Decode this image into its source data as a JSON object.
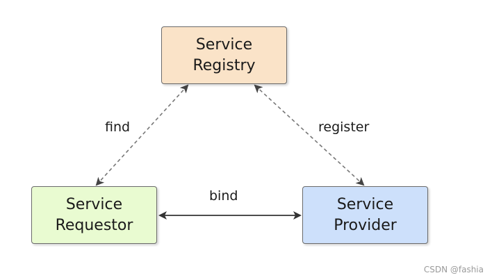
{
  "nodes": {
    "registry": {
      "line1": "Service",
      "line2": "Registry",
      "fill": "#fae3c8"
    },
    "requestor": {
      "line1": "Service",
      "line2": "Requestor",
      "fill": "#e9fbd1"
    },
    "provider": {
      "line1": "Service",
      "line2": "Provider",
      "fill": "#cde0fb"
    }
  },
  "edges": {
    "find": {
      "label": "find",
      "from": "registry",
      "to": "requestor",
      "style": "dashed",
      "arrows": "both"
    },
    "register": {
      "label": "register",
      "from": "registry",
      "to": "provider",
      "style": "dashed",
      "arrows": "both"
    },
    "bind": {
      "label": "bind",
      "from": "requestor",
      "to": "provider",
      "style": "solid",
      "arrows": "both"
    }
  },
  "watermark": "CSDN @fashia"
}
